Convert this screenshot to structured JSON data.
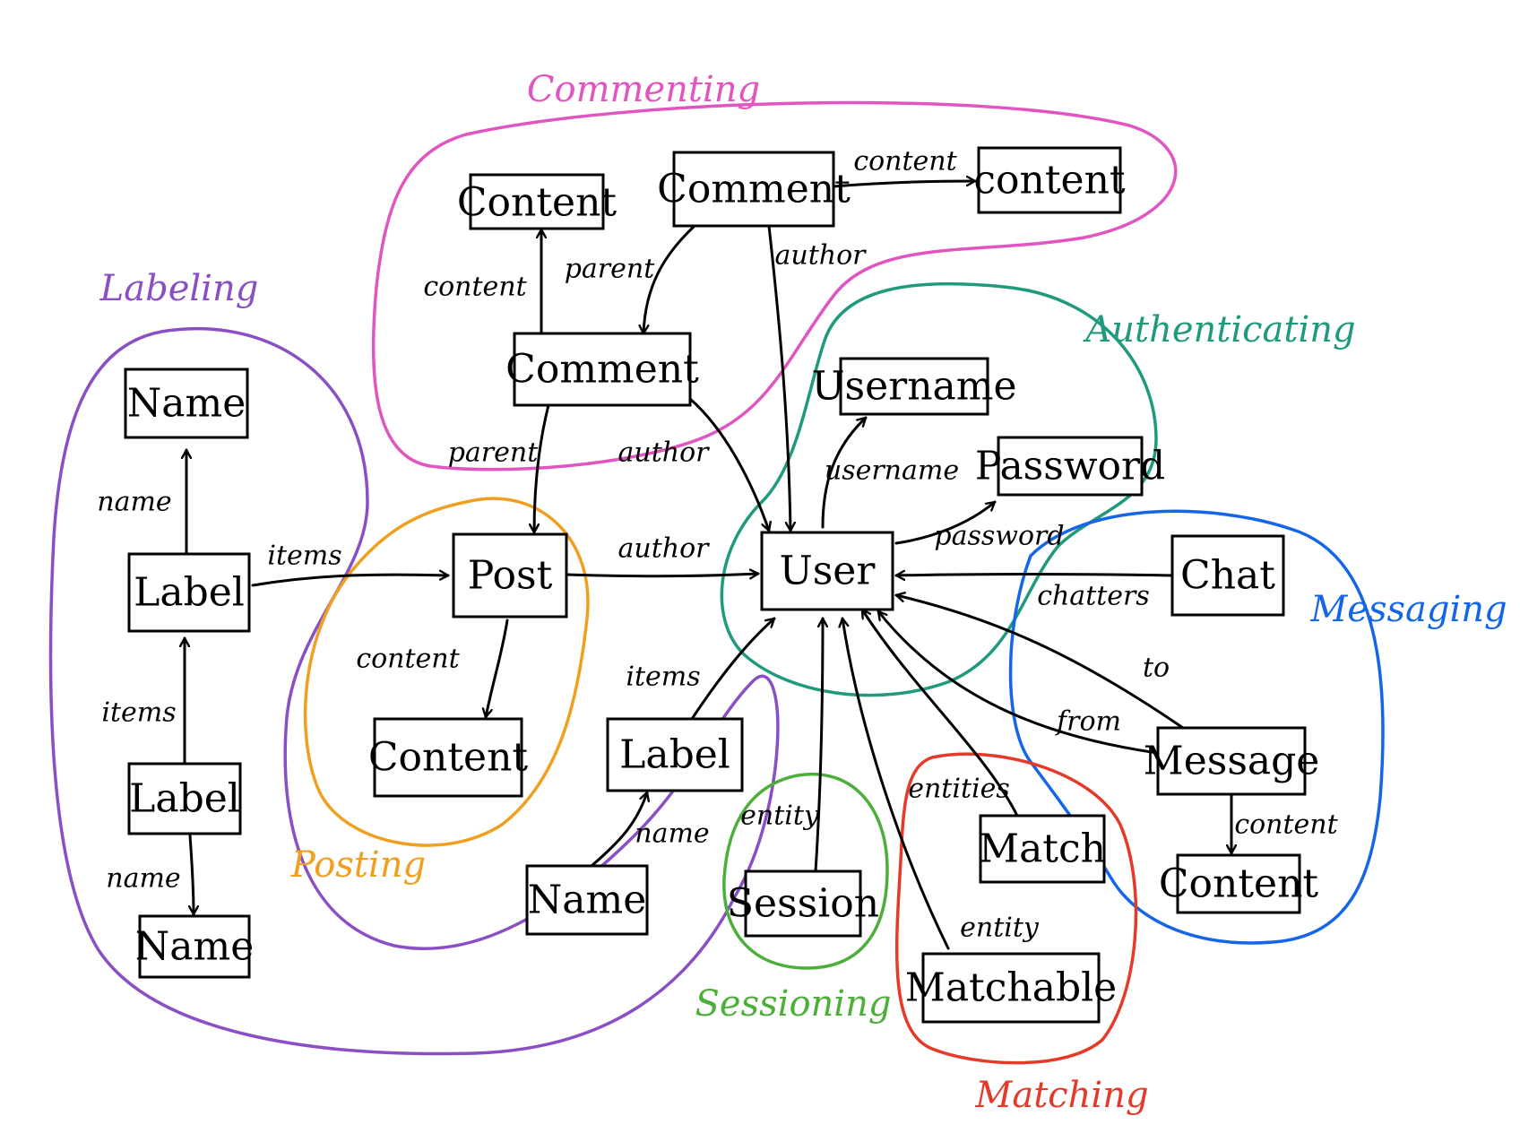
{
  "colors": {
    "commenting": "#e055c0",
    "labeling": "#8a4fc4",
    "authenticating": "#1f9a7c",
    "posting": "#f0a020",
    "messaging": "#1565e8",
    "sessioning": "#4caf3a",
    "matching": "#e53a2a",
    "ink": "#000000"
  },
  "groups": {
    "commenting": "Commenting",
    "labeling": "Labeling",
    "authenticating": "Authenticating",
    "posting": "Posting",
    "messaging": "Messaging",
    "sessioning": "Sessioning",
    "matching": "Matching"
  },
  "nodes": {
    "comment_top": "Comment",
    "content_comment_top": "Content",
    "content_comment_right": "content",
    "comment_mid": "Comment",
    "name_label_top": "Name",
    "label_main": "Label",
    "label_lower": "Label",
    "name_label_bottom": "Name",
    "post": "Post",
    "content_post": "Content",
    "user": "User",
    "username": "Username",
    "password": "Password",
    "chat": "Chat",
    "message": "Message",
    "content_message": "Content",
    "label_user": "Label",
    "name_label_user": "Name",
    "session": "Session",
    "match": "Match",
    "matchable": "Matchable"
  },
  "edges": {
    "comment_top_content": "content",
    "comment_top_parent": "parent",
    "comment_top_author": "author",
    "comment_mid_content": "content",
    "comment_mid_parent": "parent",
    "comment_mid_author": "author",
    "label_main_name": "name",
    "label_main_items": "items",
    "label_lower_items": "items",
    "label_lower_name": "name",
    "post_author": "author",
    "post_content": "content",
    "user_username": "username",
    "user_password": "password",
    "chat_chatters": "chatters",
    "message_to": "to",
    "message_from": "from",
    "message_content": "content",
    "label_user_items": "items",
    "name_label_user_name": "name",
    "session_entity": "entity",
    "match_entities": "entities",
    "matchable_entity": "entity"
  }
}
